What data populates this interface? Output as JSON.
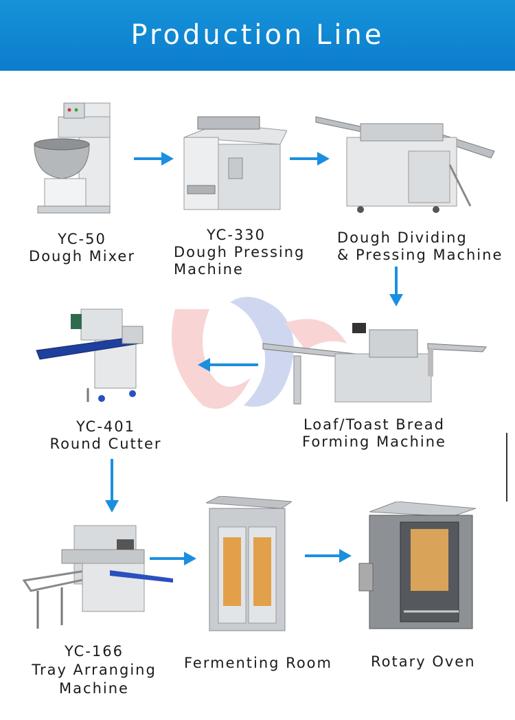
{
  "banner": {
    "title": "Production Line"
  },
  "steps": [
    {
      "lines": [
        "YC-50",
        "Dough Mixer"
      ]
    },
    {
      "lines": [
        "YC-330",
        "Dough Pressing",
        "Machine"
      ]
    },
    {
      "lines": [
        "Dough Dividing",
        "& Pressing Machine"
      ]
    },
    {
      "lines": [
        "Loaf/Toast Bread",
        "Forming Machine"
      ]
    },
    {
      "lines": [
        "YC-401",
        "Round Cutter"
      ]
    },
    {
      "lines": [
        "YC-166",
        "Tray Arranging",
        "Machine"
      ]
    },
    {
      "lines": [
        "Fermenting Room"
      ]
    },
    {
      "lines": [
        "Rotary Oven"
      ]
    }
  ],
  "colors": {
    "banner": "#0c7ccc",
    "arrow": "#1a8fe0",
    "steel": "#c9ccd0",
    "conveyor": "#1f3f9c"
  }
}
